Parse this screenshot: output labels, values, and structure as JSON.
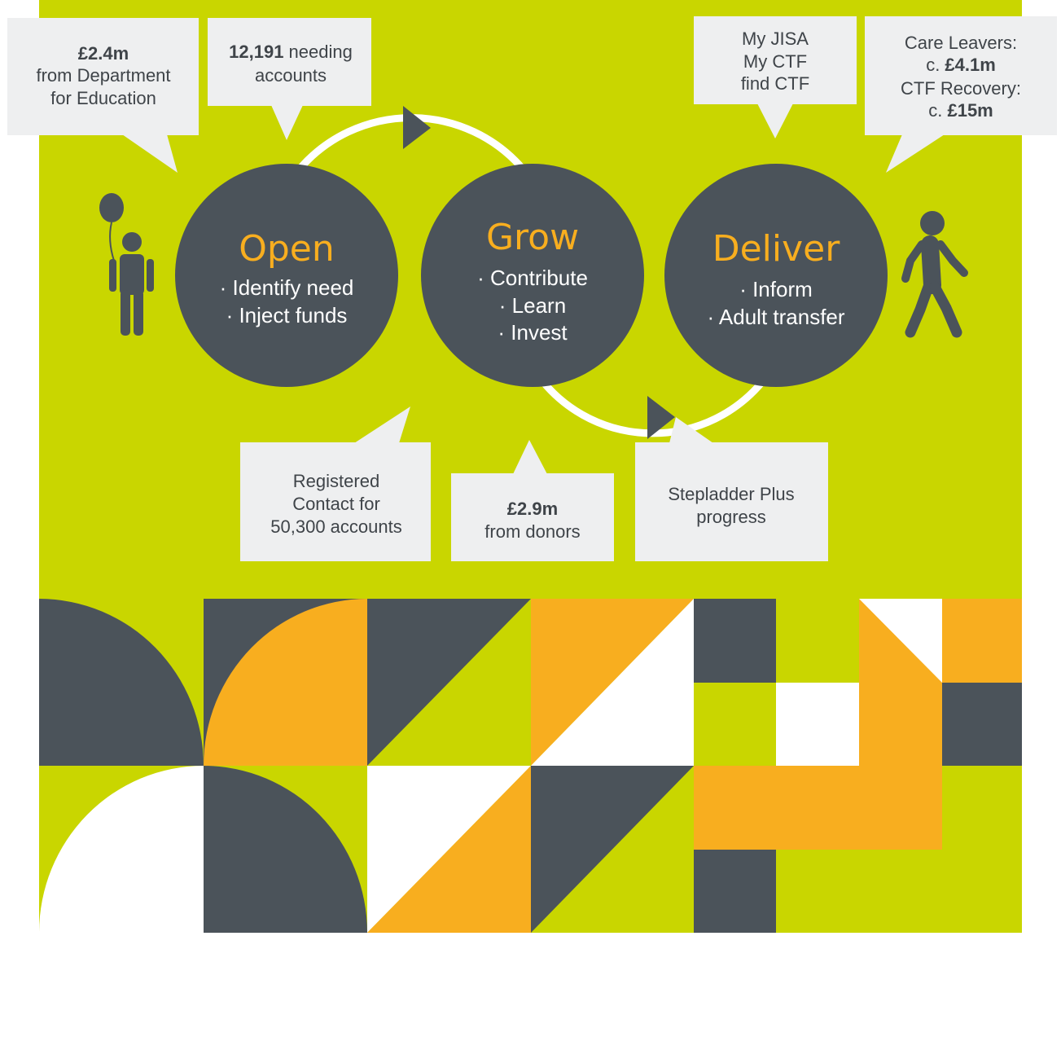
{
  "colors": {
    "green": "#c9d600",
    "dark": "#4b535a",
    "orange": "#f8ae1f",
    "callout": "#eeeff0",
    "white": "#ffffff"
  },
  "stages": [
    {
      "title": "Open",
      "items": [
        "· Identify need",
        "· Inject funds"
      ]
    },
    {
      "title": "Grow",
      "items": [
        "· Contribute",
        "· Learn",
        "· Invest"
      ]
    },
    {
      "title": "Deliver",
      "items": [
        "· Inform",
        "· Adult transfer"
      ]
    }
  ],
  "callouts": {
    "dfe": {
      "amount": "£2.4m",
      "line2": "from Department",
      "line3": "for Education"
    },
    "needing": {
      "count": "12,191",
      "rest": " needing",
      "line2": "accounts"
    },
    "jisa": {
      "line1": "My JISA",
      "line2": "My CTF",
      "line3": "find CTF"
    },
    "care": {
      "line1": "Care Leavers:",
      "prefix1": "c. ",
      "amount1": "£4.1m",
      "line3": "CTF Recovery:",
      "prefix2": "c. ",
      "amount2": "£15m"
    },
    "registered": {
      "line1": "Registered",
      "line2": "Contact for",
      "line3": "50,300 accounts"
    },
    "donors": {
      "amount": "£2.9m",
      "line2": "from donors"
    },
    "stepladder": {
      "line1": "Stepladder Plus",
      "line2": "progress"
    }
  },
  "icons": {
    "child": "child-with-balloon-icon",
    "adult": "walking-adult-icon"
  }
}
